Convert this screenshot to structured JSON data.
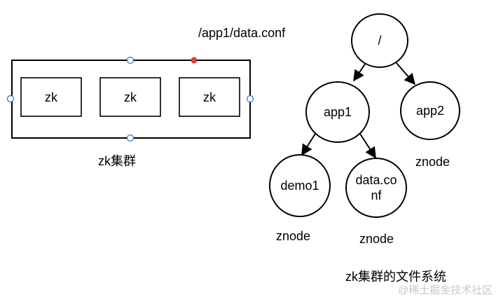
{
  "path_label": "/app1/data.conf",
  "cluster": {
    "nodes": [
      "zk",
      "zk",
      "zk"
    ],
    "caption": "zk集群"
  },
  "tree": {
    "root": "/",
    "app1": "app1",
    "app2": "app2",
    "demo1": "demo1",
    "data_conf": "data.conf",
    "znode_labels": [
      "znode",
      "znode",
      "znode"
    ],
    "caption": "zk集群的文件系统"
  },
  "colors": {
    "stroke": "#000000",
    "handle_fill": "#ffffff",
    "handle_stroke": "#2a72d8",
    "handle_active": "#e0403a",
    "watermark": "#c8c8c8"
  },
  "watermark": "@稀土掘金技术社区"
}
